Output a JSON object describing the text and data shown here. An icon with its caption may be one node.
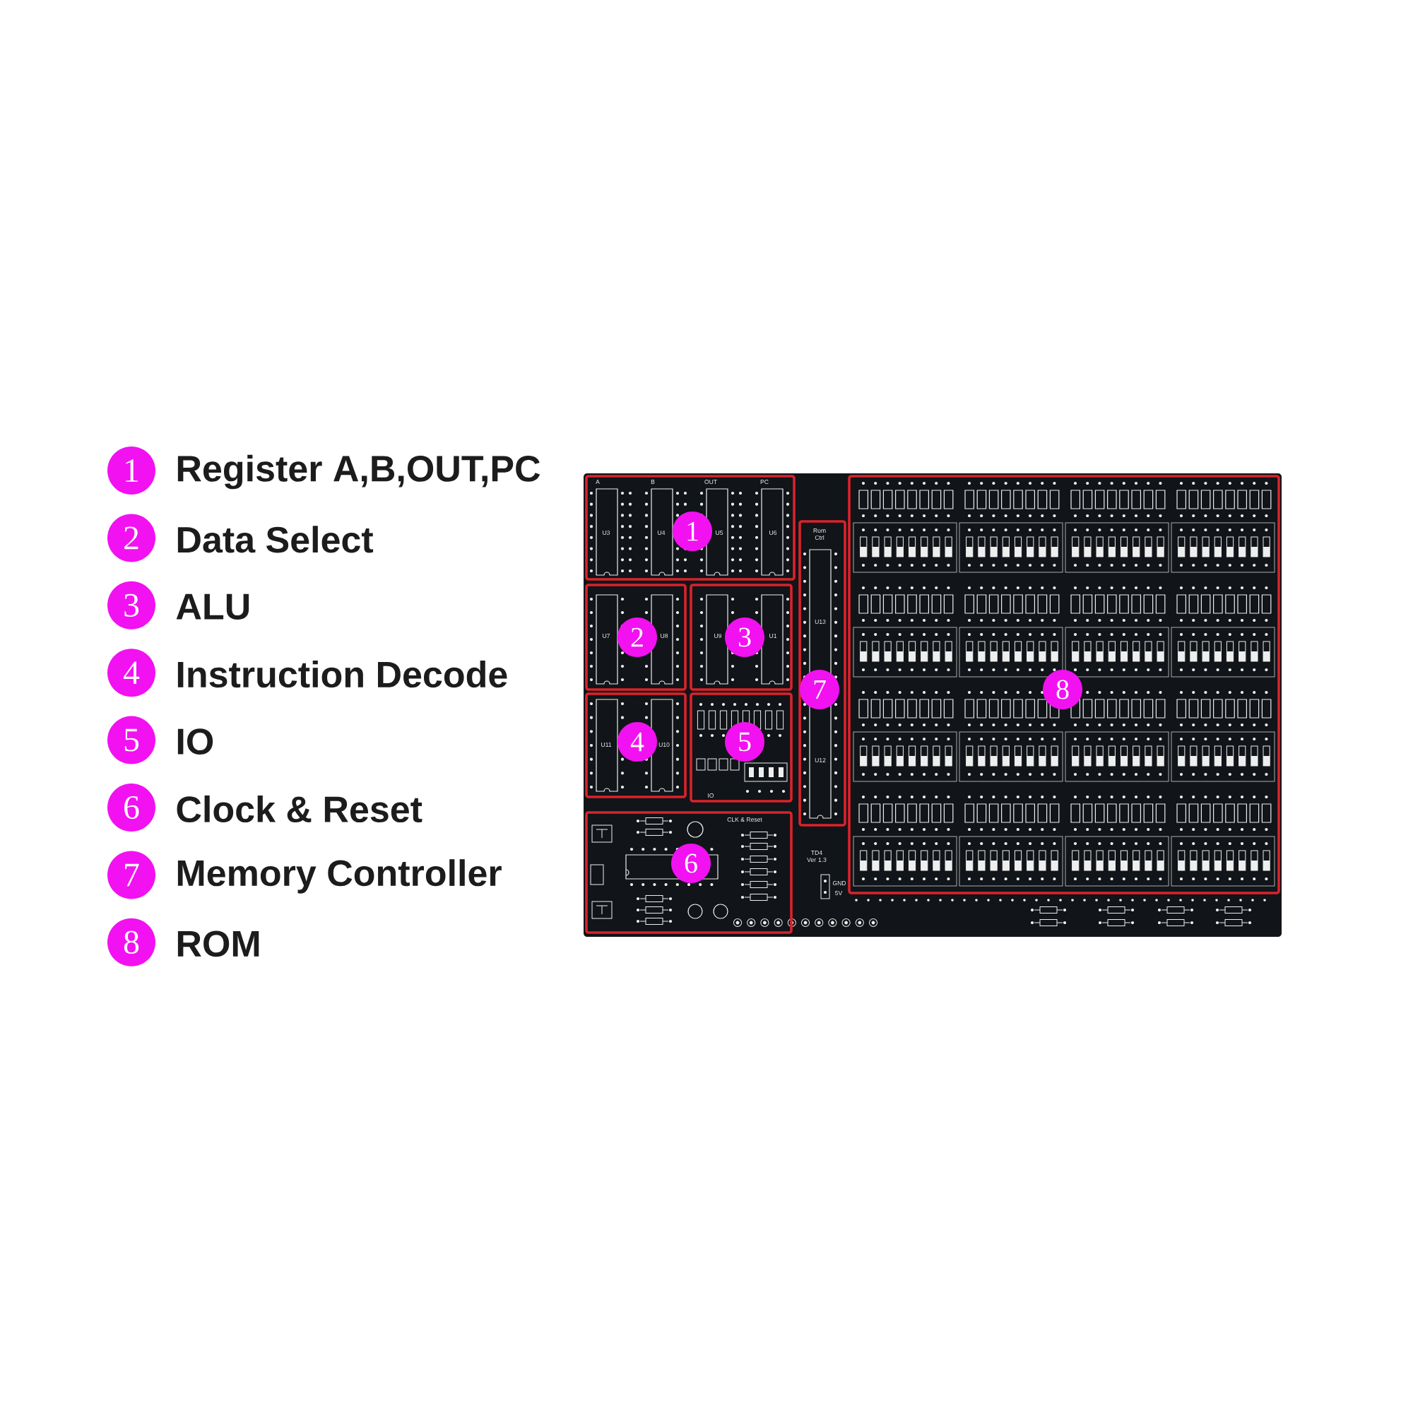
{
  "diagram": {
    "nodes": [
      {
        "text": [
          "1"
        ],
        "beside": [
          "Register A,B,OUT,PC"
        ]
      },
      {
        "text": [
          "2"
        ],
        "beside": [
          "Data Select"
        ]
      },
      {
        "text": [
          "3"
        ],
        "beside": [
          "ALU"
        ]
      },
      {
        "text": [
          "4"
        ],
        "beside": [
          "Instruction Decode"
        ]
      },
      {
        "text": [
          "5"
        ],
        "beside": [
          "IO"
        ]
      },
      {
        "text": [
          "6"
        ],
        "beside": [
          "Clock & Reset"
        ]
      },
      {
        "text": [
          "7"
        ],
        "beside": [
          "Memory Controller"
        ]
      },
      {
        "text": [
          "8"
        ],
        "beside": [
          "ROM"
        ]
      },
      {
        "text": [
          "1"
        ]
      },
      {
        "text": [
          "2"
        ]
      },
      {
        "text": [
          "3"
        ]
      },
      {
        "text": [
          "4"
        ]
      },
      {
        "text": [
          "5"
        ]
      },
      {
        "text": [
          "6"
        ]
      },
      {
        "text": [
          "7"
        ]
      },
      {
        "text": [
          "8"
        ]
      }
    ],
    "labels": [
      "A",
      "B",
      "OUT",
      "PC",
      "U3",
      "U4",
      "U5",
      "U6",
      "Rom Ctrl",
      "U7",
      "U8",
      "U9",
      "U1",
      "U13",
      "U11",
      "U10",
      "U12",
      "IO",
      "CLK & Reset",
      "TD4 Ver 1.3",
      "GND",
      "5V"
    ]
  }
}
